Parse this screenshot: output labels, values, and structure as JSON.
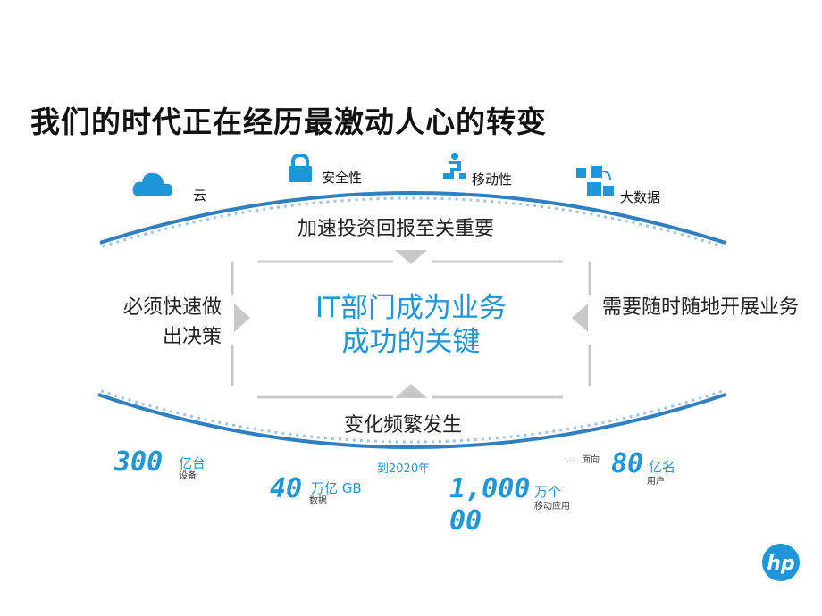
{
  "title": "我们的时代正在经历最激动人心的转变",
  "tech": {
    "cloud": "云",
    "security": "安全性",
    "mobility": "移动性",
    "bigdata": "大数据"
  },
  "top_arc_text": "加速投资回报至关重要",
  "bottom_arc_text": "变化频繁发生",
  "left_text": "必须快速做出决策",
  "right_text": "需要随时随地开展业务",
  "center_line1": "IT部门成为业务",
  "center_line2": "成功的关键",
  "stats": {
    "devices_num": "300",
    "devices_unit": "亿台",
    "devices_sub": "设备",
    "data_num": "40",
    "data_unit": "万亿 GB",
    "data_sub": "数据",
    "year_label": "到2020年",
    "apps_num_line1": "1,0",
    "apps_num_line1b": "00",
    "apps_num_line2": "00",
    "apps_unit": "万个",
    "apps_sub": "移动应用",
    "users_prefix": ". . . 面向",
    "users_num": "80",
    "users_unit": "亿名",
    "users_sub": "用户"
  },
  "colors": {
    "accent": "#1e96d8",
    "arc": "#2f7fc1",
    "frame": "#c8c8c8"
  },
  "logo": "hp"
}
